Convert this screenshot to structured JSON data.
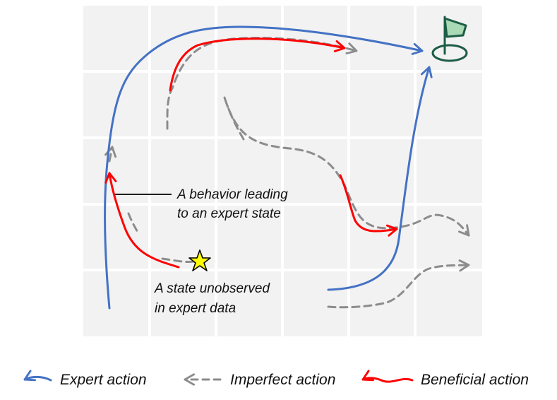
{
  "annotations": {
    "behavior_line1": "A behavior leading",
    "behavior_line2": "to an expert state",
    "state_line1": "A state unobserved",
    "state_line2": "in expert data"
  },
  "legend": {
    "expert": "Expert action",
    "imperfect": "Imperfect action",
    "beneficial": "Beneficial action"
  },
  "colors": {
    "expert": "#4472c4",
    "imperfect": "#8c8c8c",
    "beneficial": "#ff0000",
    "grid_cell": "#f2f2f2",
    "goal_flag": "#1d5c45",
    "goal_flag_fill": "#a9d9b5",
    "star": "#ffff00"
  },
  "icons": {
    "goal": "goal-flag-icon",
    "state": "star-icon"
  }
}
